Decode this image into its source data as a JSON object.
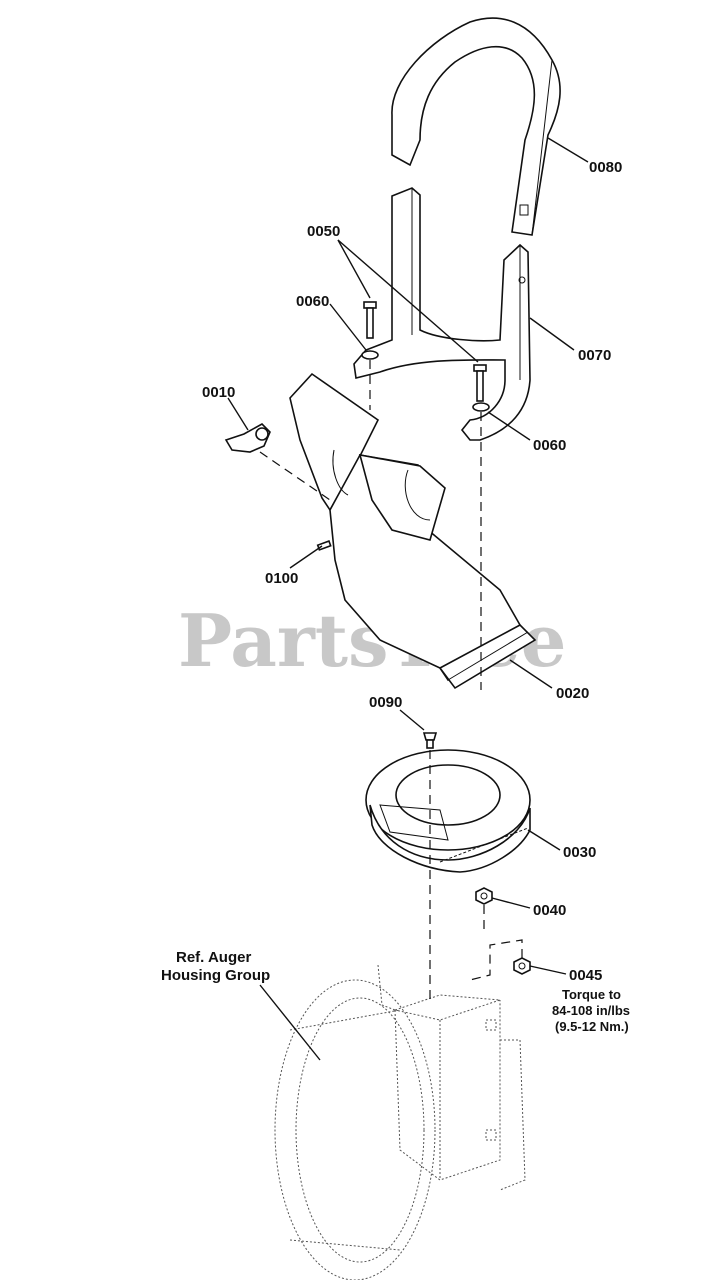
{
  "watermark": "PartsTree",
  "parts": [
    {
      "id": "p0010",
      "number": "0010"
    },
    {
      "id": "p0020",
      "number": "0020"
    },
    {
      "id": "p0030",
      "number": "0030"
    },
    {
      "id": "p0040",
      "number": "0040"
    },
    {
      "id": "p0045",
      "number": "0045"
    },
    {
      "id": "p0050",
      "number": "0050"
    },
    {
      "id": "p0060a",
      "number": "0060"
    },
    {
      "id": "p0060b",
      "number": "0060"
    },
    {
      "id": "p0070",
      "number": "0070"
    },
    {
      "id": "p0080",
      "number": "0080"
    },
    {
      "id": "p0090",
      "number": "0090"
    },
    {
      "id": "p0100",
      "number": "0100"
    }
  ],
  "torque_note": {
    "line1": "Torque to",
    "line2": "84-108 in/lbs",
    "line3": "(9.5-12 Nm.)"
  },
  "reference": {
    "line1": "Ref. Auger",
    "line2": "Housing Group"
  }
}
